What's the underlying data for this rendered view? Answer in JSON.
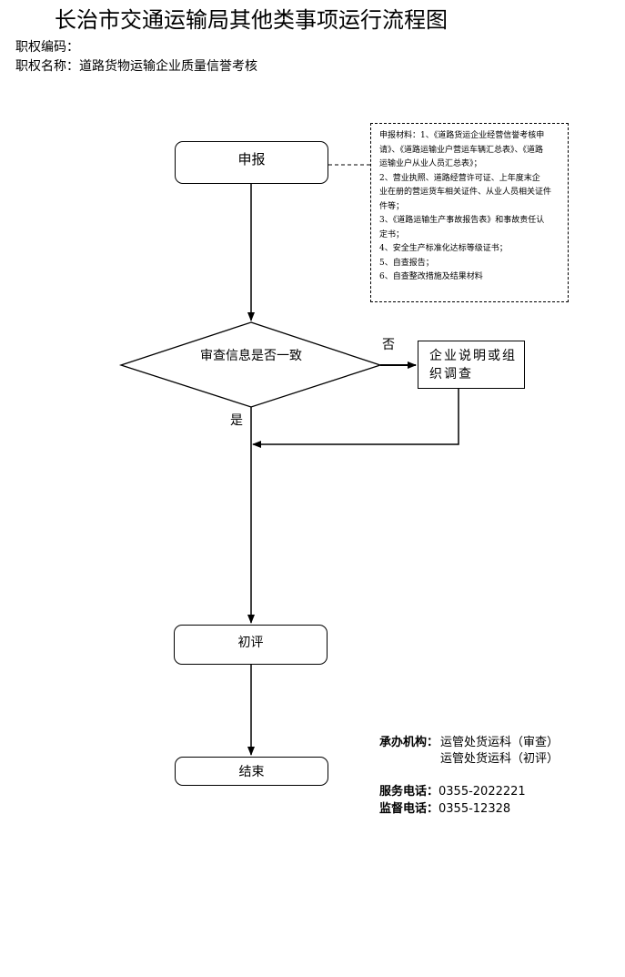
{
  "header": {
    "title": "长治市交通运输局其他类事项运行流程图",
    "power_code_label": "职权编码：",
    "power_name_label": "职权名称：道路货物运输企业质量信誉考核"
  },
  "nodes": {
    "report": "申报",
    "decision": "审查信息是否一致",
    "explain": "企业说明或组织调查",
    "initial": "初评",
    "end": "结束"
  },
  "edges": {
    "no": "否",
    "yes": "是"
  },
  "materials": [
    "申报材料：1、《道路货运企业经营信誉考核申",
    "请》、《道路运输业户营运车辆汇总表》、《道路",
    "运输业户从业人员汇总表》；",
    "2、营业执照、道路经营许可证、上年度末企",
    "业在册的营运货车相关证件、从业人员相关证件",
    "件等；",
    "3、《道路运输生产事故报告表》和事故责任认",
    "定书；",
    "4、安全生产标准化达标等级证书；",
    "5、自查报告；",
    "6、自查整改措施及结果材料"
  ],
  "organization": {
    "label": "承办机构：",
    "units": [
      "运管处货运科（审查）",
      "运管处货运科（初评）"
    ]
  },
  "contacts": {
    "service_label": "服务电话：",
    "service_phone": "0355-2022221",
    "supervise_label": "监督电话：",
    "supervise_phone": "0355-12328"
  }
}
